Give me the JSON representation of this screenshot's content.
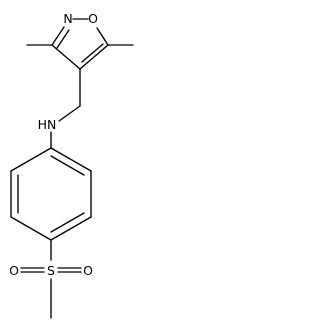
{
  "molecule": {
    "atoms": {
      "ring_nitrogen": "N",
      "ring_oxygen": "O",
      "amine": "HN",
      "sulfur": "S",
      "sulfonyl_oxygen_left": "O",
      "sulfonyl_oxygen_right": "O"
    },
    "colors": {
      "bond": "#000000",
      "label": "#000000",
      "background": "#ffffff"
    }
  }
}
